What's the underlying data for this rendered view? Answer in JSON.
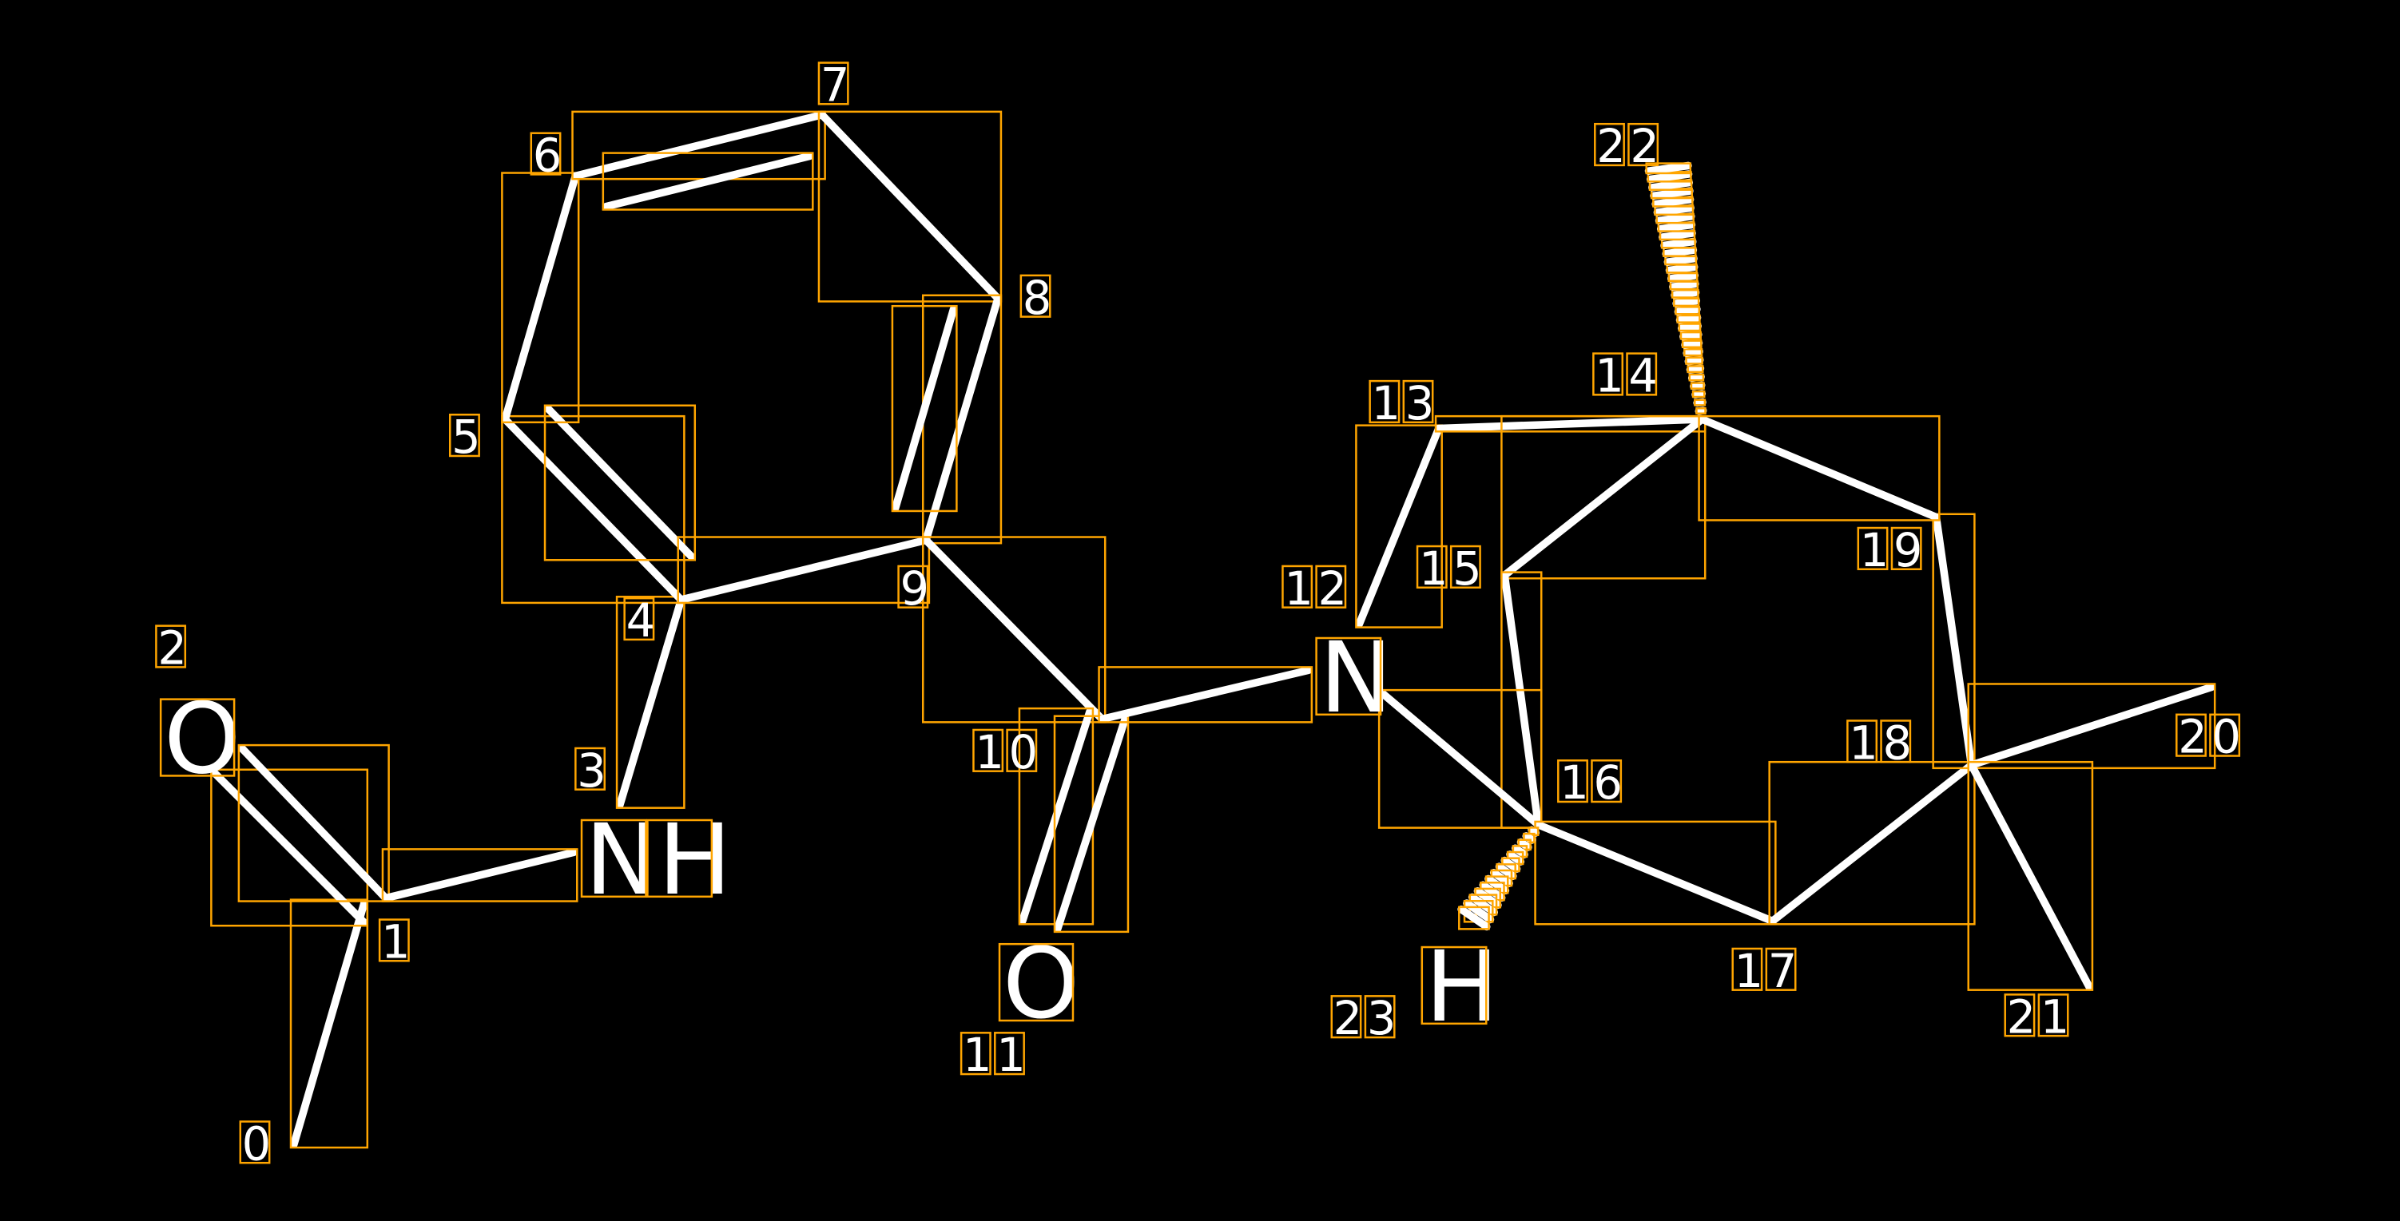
{
  "title": "Molecule atom/bond annotation",
  "colors": {
    "background": "#000000",
    "bond": "#FFFFFF",
    "box": "#FFA500",
    "text": "#FFFFFF"
  },
  "atoms": [
    {
      "index": "0",
      "symbol": ""
    },
    {
      "index": "1",
      "symbol": ""
    },
    {
      "index": "2",
      "symbol": "O"
    },
    {
      "index": "3",
      "symbol": "NH"
    },
    {
      "index": "4",
      "symbol": ""
    },
    {
      "index": "5",
      "symbol": ""
    },
    {
      "index": "6",
      "symbol": ""
    },
    {
      "index": "7",
      "symbol": ""
    },
    {
      "index": "8",
      "symbol": ""
    },
    {
      "index": "9",
      "symbol": ""
    },
    {
      "index": "10",
      "symbol": ""
    },
    {
      "index": "11",
      "symbol": "O"
    },
    {
      "index": "12",
      "symbol": "N"
    },
    {
      "index": "13",
      "symbol": ""
    },
    {
      "index": "14",
      "symbol": ""
    },
    {
      "index": "15",
      "symbol": ""
    },
    {
      "index": "16",
      "symbol": ""
    },
    {
      "index": "17",
      "symbol": ""
    },
    {
      "index": "18",
      "symbol": ""
    },
    {
      "index": "19",
      "symbol": ""
    },
    {
      "index": "20",
      "symbol": ""
    },
    {
      "index": "21",
      "symbol": ""
    },
    {
      "index": "22",
      "symbol": ""
    },
    {
      "index": "23",
      "symbol": "H"
    }
  ],
  "bonds": [
    {
      "from": 0,
      "to": 1,
      "order": 1
    },
    {
      "from": 1,
      "to": 2,
      "order": 2
    },
    {
      "from": 1,
      "to": 3,
      "order": 1
    },
    {
      "from": 3,
      "to": 4,
      "order": 1
    },
    {
      "from": 4,
      "to": 5,
      "order": 2
    },
    {
      "from": 5,
      "to": 6,
      "order": 1
    },
    {
      "from": 6,
      "to": 7,
      "order": 2
    },
    {
      "from": 7,
      "to": 8,
      "order": 1
    },
    {
      "from": 8,
      "to": 9,
      "order": 2
    },
    {
      "from": 9,
      "to": 4,
      "order": 1
    },
    {
      "from": 9,
      "to": 10,
      "order": 1
    },
    {
      "from": 10,
      "to": 11,
      "order": 2
    },
    {
      "from": 10,
      "to": 12,
      "order": 1
    },
    {
      "from": 12,
      "to": 13,
      "order": 1
    },
    {
      "from": 13,
      "to": 14,
      "order": 1
    },
    {
      "from": 14,
      "to": 15,
      "order": 1
    },
    {
      "from": 15,
      "to": 16,
      "order": 1
    },
    {
      "from": 16,
      "to": 12,
      "order": 1
    },
    {
      "from": 16,
      "to": 17,
      "order": 1
    },
    {
      "from": 17,
      "to": 18,
      "order": 1
    },
    {
      "from": 18,
      "to": 19,
      "order": 1
    },
    {
      "from": 19,
      "to": 14,
      "order": 1
    },
    {
      "from": 18,
      "to": 20,
      "order": 1
    },
    {
      "from": 18,
      "to": 21,
      "order": 1
    },
    {
      "from": 14,
      "to": 22,
      "order": 1,
      "style": "hash"
    },
    {
      "from": 16,
      "to": 23,
      "order": 1,
      "style": "hash"
    }
  ]
}
